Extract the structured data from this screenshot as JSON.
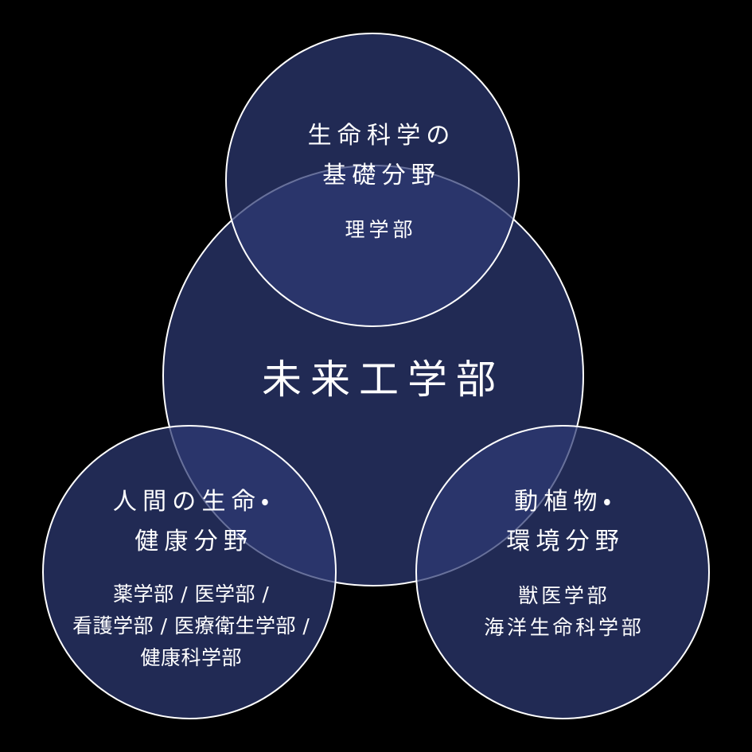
{
  "colors": {
    "background": "#000000",
    "circle_fill": "#2E3A75",
    "circle_fill_opacity": "0.72",
    "circle_stroke": "#FFFFFF",
    "text": "#FFFFFF",
    "single_circle_rendered": "#212A54",
    "overlap_rendered": "#2A356C"
  },
  "center_circle": {
    "label": "未来工学部"
  },
  "top_circle": {
    "heading_line1": "生命科学の",
    "heading_line2": "基礎分野",
    "departments": [
      "理学部"
    ]
  },
  "bottom_left_circle": {
    "heading_line1": "人間の生命・",
    "heading_line2": "健康分野",
    "departments": [
      "薬学部 / 医学部 /",
      "看護学部 / 医療衛生学部 /",
      "健康科学部"
    ]
  },
  "bottom_right_circle": {
    "heading_line1": "動植物・",
    "heading_line2": "環境分野",
    "departments": [
      "獣医学部",
      "海洋生命科学部"
    ]
  }
}
